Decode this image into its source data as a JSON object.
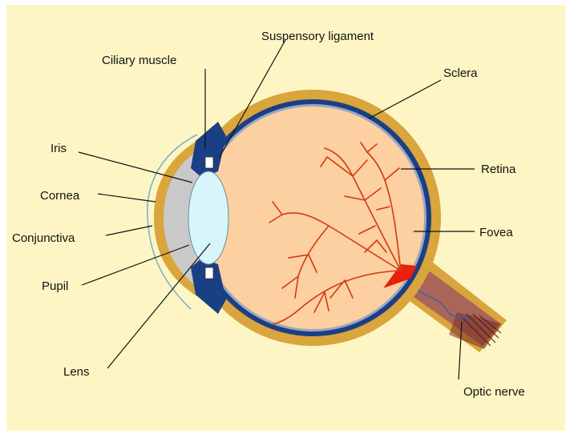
{
  "colors": {
    "background": "#fdf6c4",
    "sclera": "#d9a53c",
    "choroid": "#1b3f84",
    "retina_red": "#e8200c",
    "retina_orange": "#ff7a12",
    "vitreous": "#fcd0a0",
    "vessels": "#d23a10",
    "lens": "#d6f6fb",
    "cornea_gray": "#c9c9c9",
    "conjunctiva": "#7fb0c8",
    "optic_nerve": "#a86558"
  },
  "labels": {
    "ciliary_muscle": "Ciliary muscle",
    "suspensory_ligament": "Suspensory ligament",
    "sclera": "Sclera",
    "iris": "Iris",
    "retina": "Retina",
    "cornea": "Cornea",
    "conjunctiva": "Conjunctiva",
    "fovea": "Fovea",
    "pupil": "Pupil",
    "lens": "Lens",
    "optic_nerve": "Optic nerve"
  }
}
